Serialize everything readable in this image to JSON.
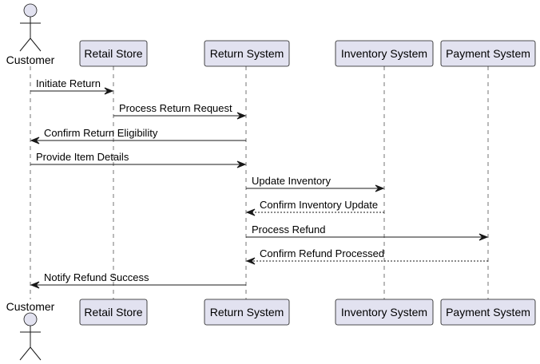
{
  "participants": [
    {
      "id": "customer",
      "label": "Customer",
      "kind": "actor"
    },
    {
      "id": "retail",
      "label": "Retail Store",
      "kind": "box"
    },
    {
      "id": "return",
      "label": "Return System",
      "kind": "box"
    },
    {
      "id": "inventory",
      "label": "Inventory System",
      "kind": "box"
    },
    {
      "id": "payment",
      "label": "Payment System",
      "kind": "box"
    }
  ],
  "messages": [
    {
      "from": "customer",
      "to": "retail",
      "label": "Initiate Return",
      "style": "solid"
    },
    {
      "from": "retail",
      "to": "return",
      "label": "Process Return Request",
      "style": "solid"
    },
    {
      "from": "return",
      "to": "customer",
      "label": "Confirm Return Eligibility",
      "style": "solid"
    },
    {
      "from": "customer",
      "to": "return",
      "label": "Provide Item Details",
      "style": "solid"
    },
    {
      "from": "return",
      "to": "inventory",
      "label": "Update Inventory",
      "style": "solid"
    },
    {
      "from": "inventory",
      "to": "return",
      "label": "Confirm Inventory Update",
      "style": "dashed"
    },
    {
      "from": "return",
      "to": "payment",
      "label": "Process Refund",
      "style": "solid"
    },
    {
      "from": "payment",
      "to": "return",
      "label": "Confirm Refund Processed",
      "style": "dashed"
    },
    {
      "from": "return",
      "to": "customer",
      "label": "Notify Refund Success",
      "style": "solid"
    }
  ],
  "colors": {
    "participant_fill": "#e2e2f0",
    "stroke": "#181818",
    "background": "#ffffff"
  }
}
